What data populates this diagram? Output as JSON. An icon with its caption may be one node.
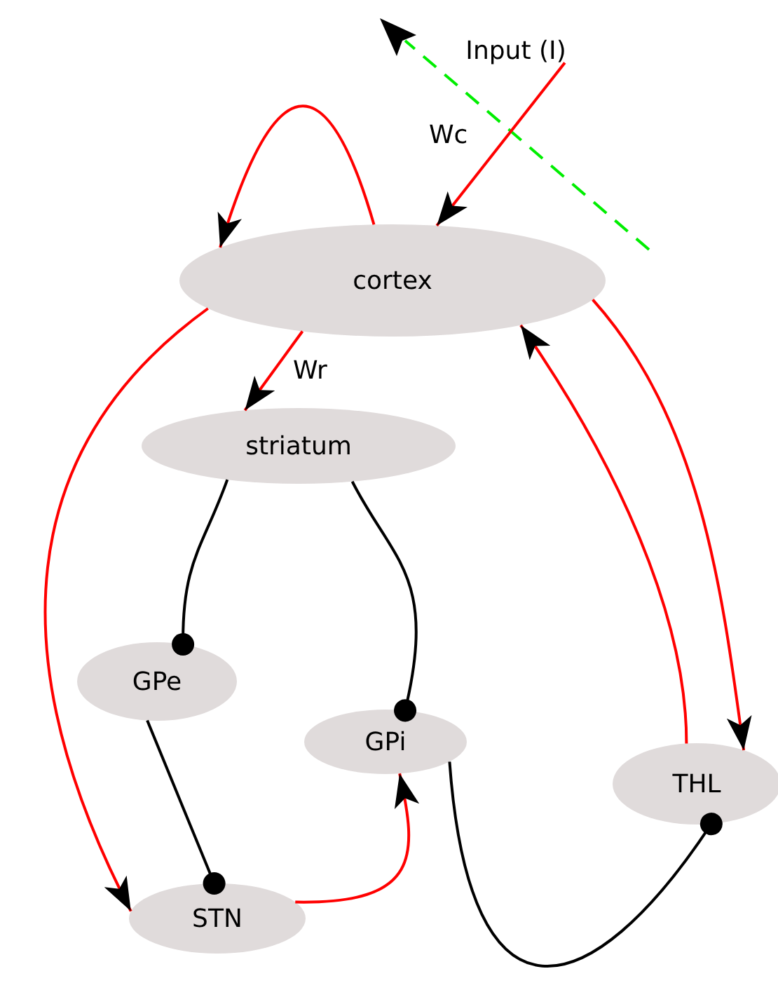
{
  "diagram": {
    "nodes": [
      {
        "text": [
          "Input (I)"
        ]
      },
      {
        "text": [
          "cortex"
        ]
      },
      {
        "text": [
          "striatum"
        ]
      },
      {
        "text": [
          "GPe"
        ]
      },
      {
        "text": [
          "GPi"
        ]
      },
      {
        "text": [
          "THL"
        ]
      },
      {
        "text": [
          "STN"
        ]
      }
    ],
    "edges": [
      {
        "from": 0,
        "to": 1,
        "arrow": "to",
        "label": "Wc"
      },
      {
        "from": 1,
        "to": 1,
        "arrow": "to"
      },
      {
        "from": 1,
        "to": 2,
        "arrow": "to",
        "label": "Wr"
      },
      {
        "from": 1,
        "to": 6,
        "arrow": "to"
      },
      {
        "from": 1,
        "to": 5,
        "arrow": "to"
      },
      {
        "from": 5,
        "to": 1,
        "arrow": "to"
      },
      {
        "from": 2,
        "to": 3,
        "arrow": "other",
        "color": "#000000"
      },
      {
        "from": 2,
        "to": 4,
        "arrow": "other",
        "color": "#000000"
      },
      {
        "from": 3,
        "to": 6,
        "arrow": "other",
        "color": "#000000"
      },
      {
        "from": 6,
        "to": 4,
        "arrow": "to"
      },
      {
        "from": 4,
        "to": 5,
        "arrow": "other",
        "color": "#000000"
      }
    ]
  }
}
